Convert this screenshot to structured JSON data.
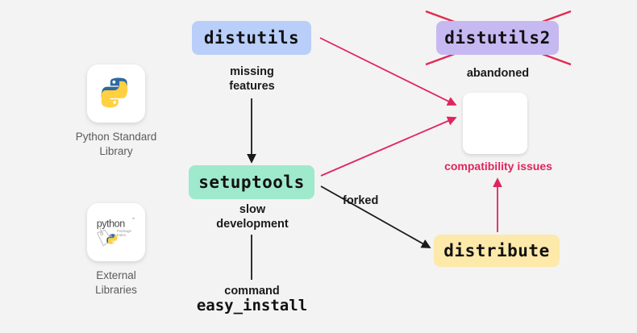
{
  "diagram": {
    "title": "Python packaging history diagram",
    "background_color": "#f3f3f3",
    "nodes": [
      {
        "id": "distutils",
        "label": "distutils",
        "color": "#b9cef9"
      },
      {
        "id": "distutils2",
        "label": "distutils2",
        "color": "#c6b9f2",
        "struck_out": true
      },
      {
        "id": "setuptools",
        "label": "setuptools",
        "color": "#9fe9cd"
      },
      {
        "id": "distribute",
        "label": "distribute",
        "color": "#fde9a9"
      },
      {
        "id": "blank",
        "label": "",
        "color": "#ffffff"
      }
    ],
    "edge_labels": {
      "missing_features": "missing\nfeatures",
      "abandoned": "abandoned",
      "slow_development": "slow\ndevelopment",
      "forked": "forked",
      "command": "command",
      "easy_install": "easy_install",
      "compatibility_issues": "compatibility issues"
    },
    "colors": {
      "arrow_black": "#1a1a1a",
      "arrow_red": "#e0245e",
      "strike_red": "#e12a52",
      "text_dark": "#111111",
      "text_muted": "#5b5b5b"
    },
    "sidebar": {
      "items": [
        {
          "icon": "python-logo-icon",
          "caption": "Python Standard\nLibrary"
        },
        {
          "icon": "pypi-logo-icon",
          "caption": "External\nLibraries"
        }
      ]
    }
  }
}
